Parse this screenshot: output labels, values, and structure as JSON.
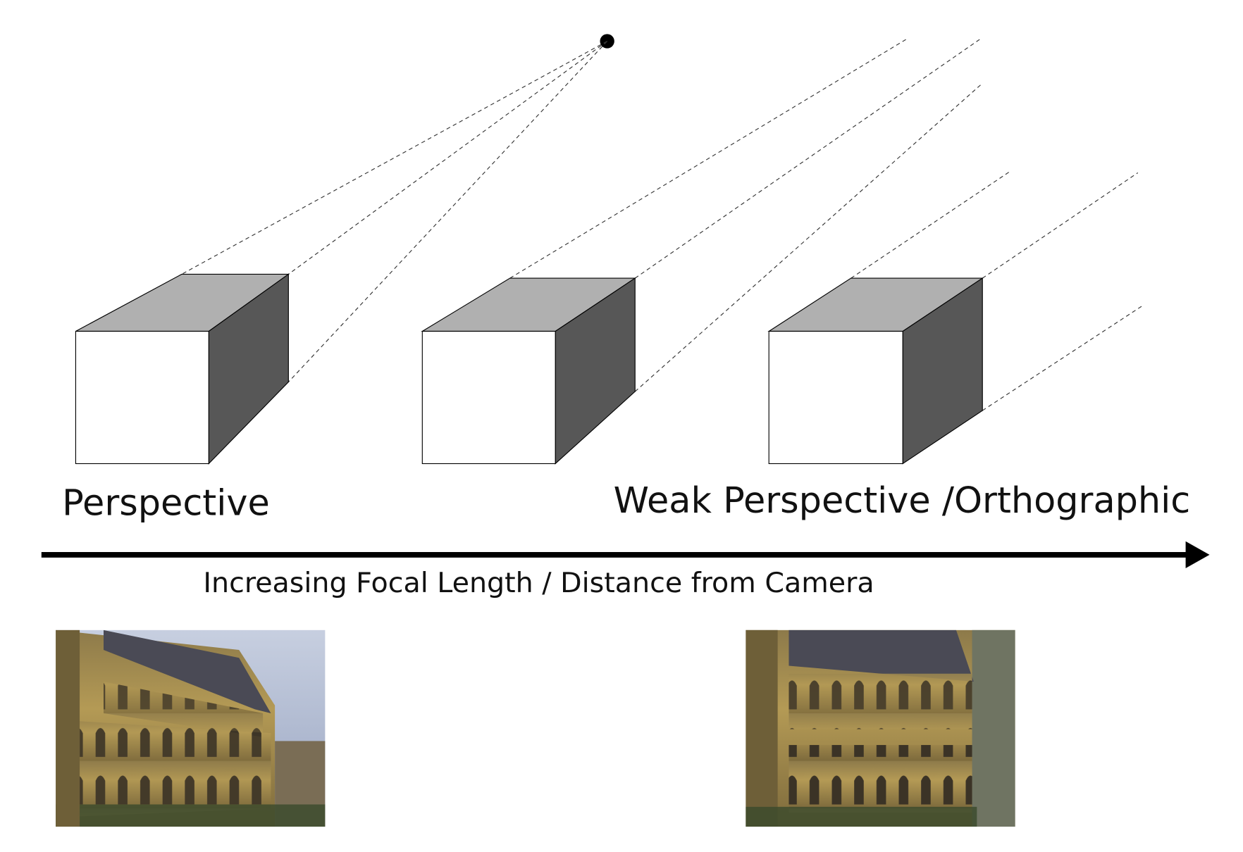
{
  "labels": {
    "perspective": "Perspective",
    "weak_perspective": "Weak Perspective /Orthographic",
    "axis_caption": "Increasing Focal Length / Distance from Camera"
  },
  "colors": {
    "cube_front": "#ffffff",
    "cube_top": "#b0b0b0",
    "cube_side": "#575757",
    "stroke": "#000000"
  },
  "photos": [
    {
      "subject": "building-photo-perspective"
    },
    {
      "subject": "building-photo-orthographic"
    }
  ]
}
